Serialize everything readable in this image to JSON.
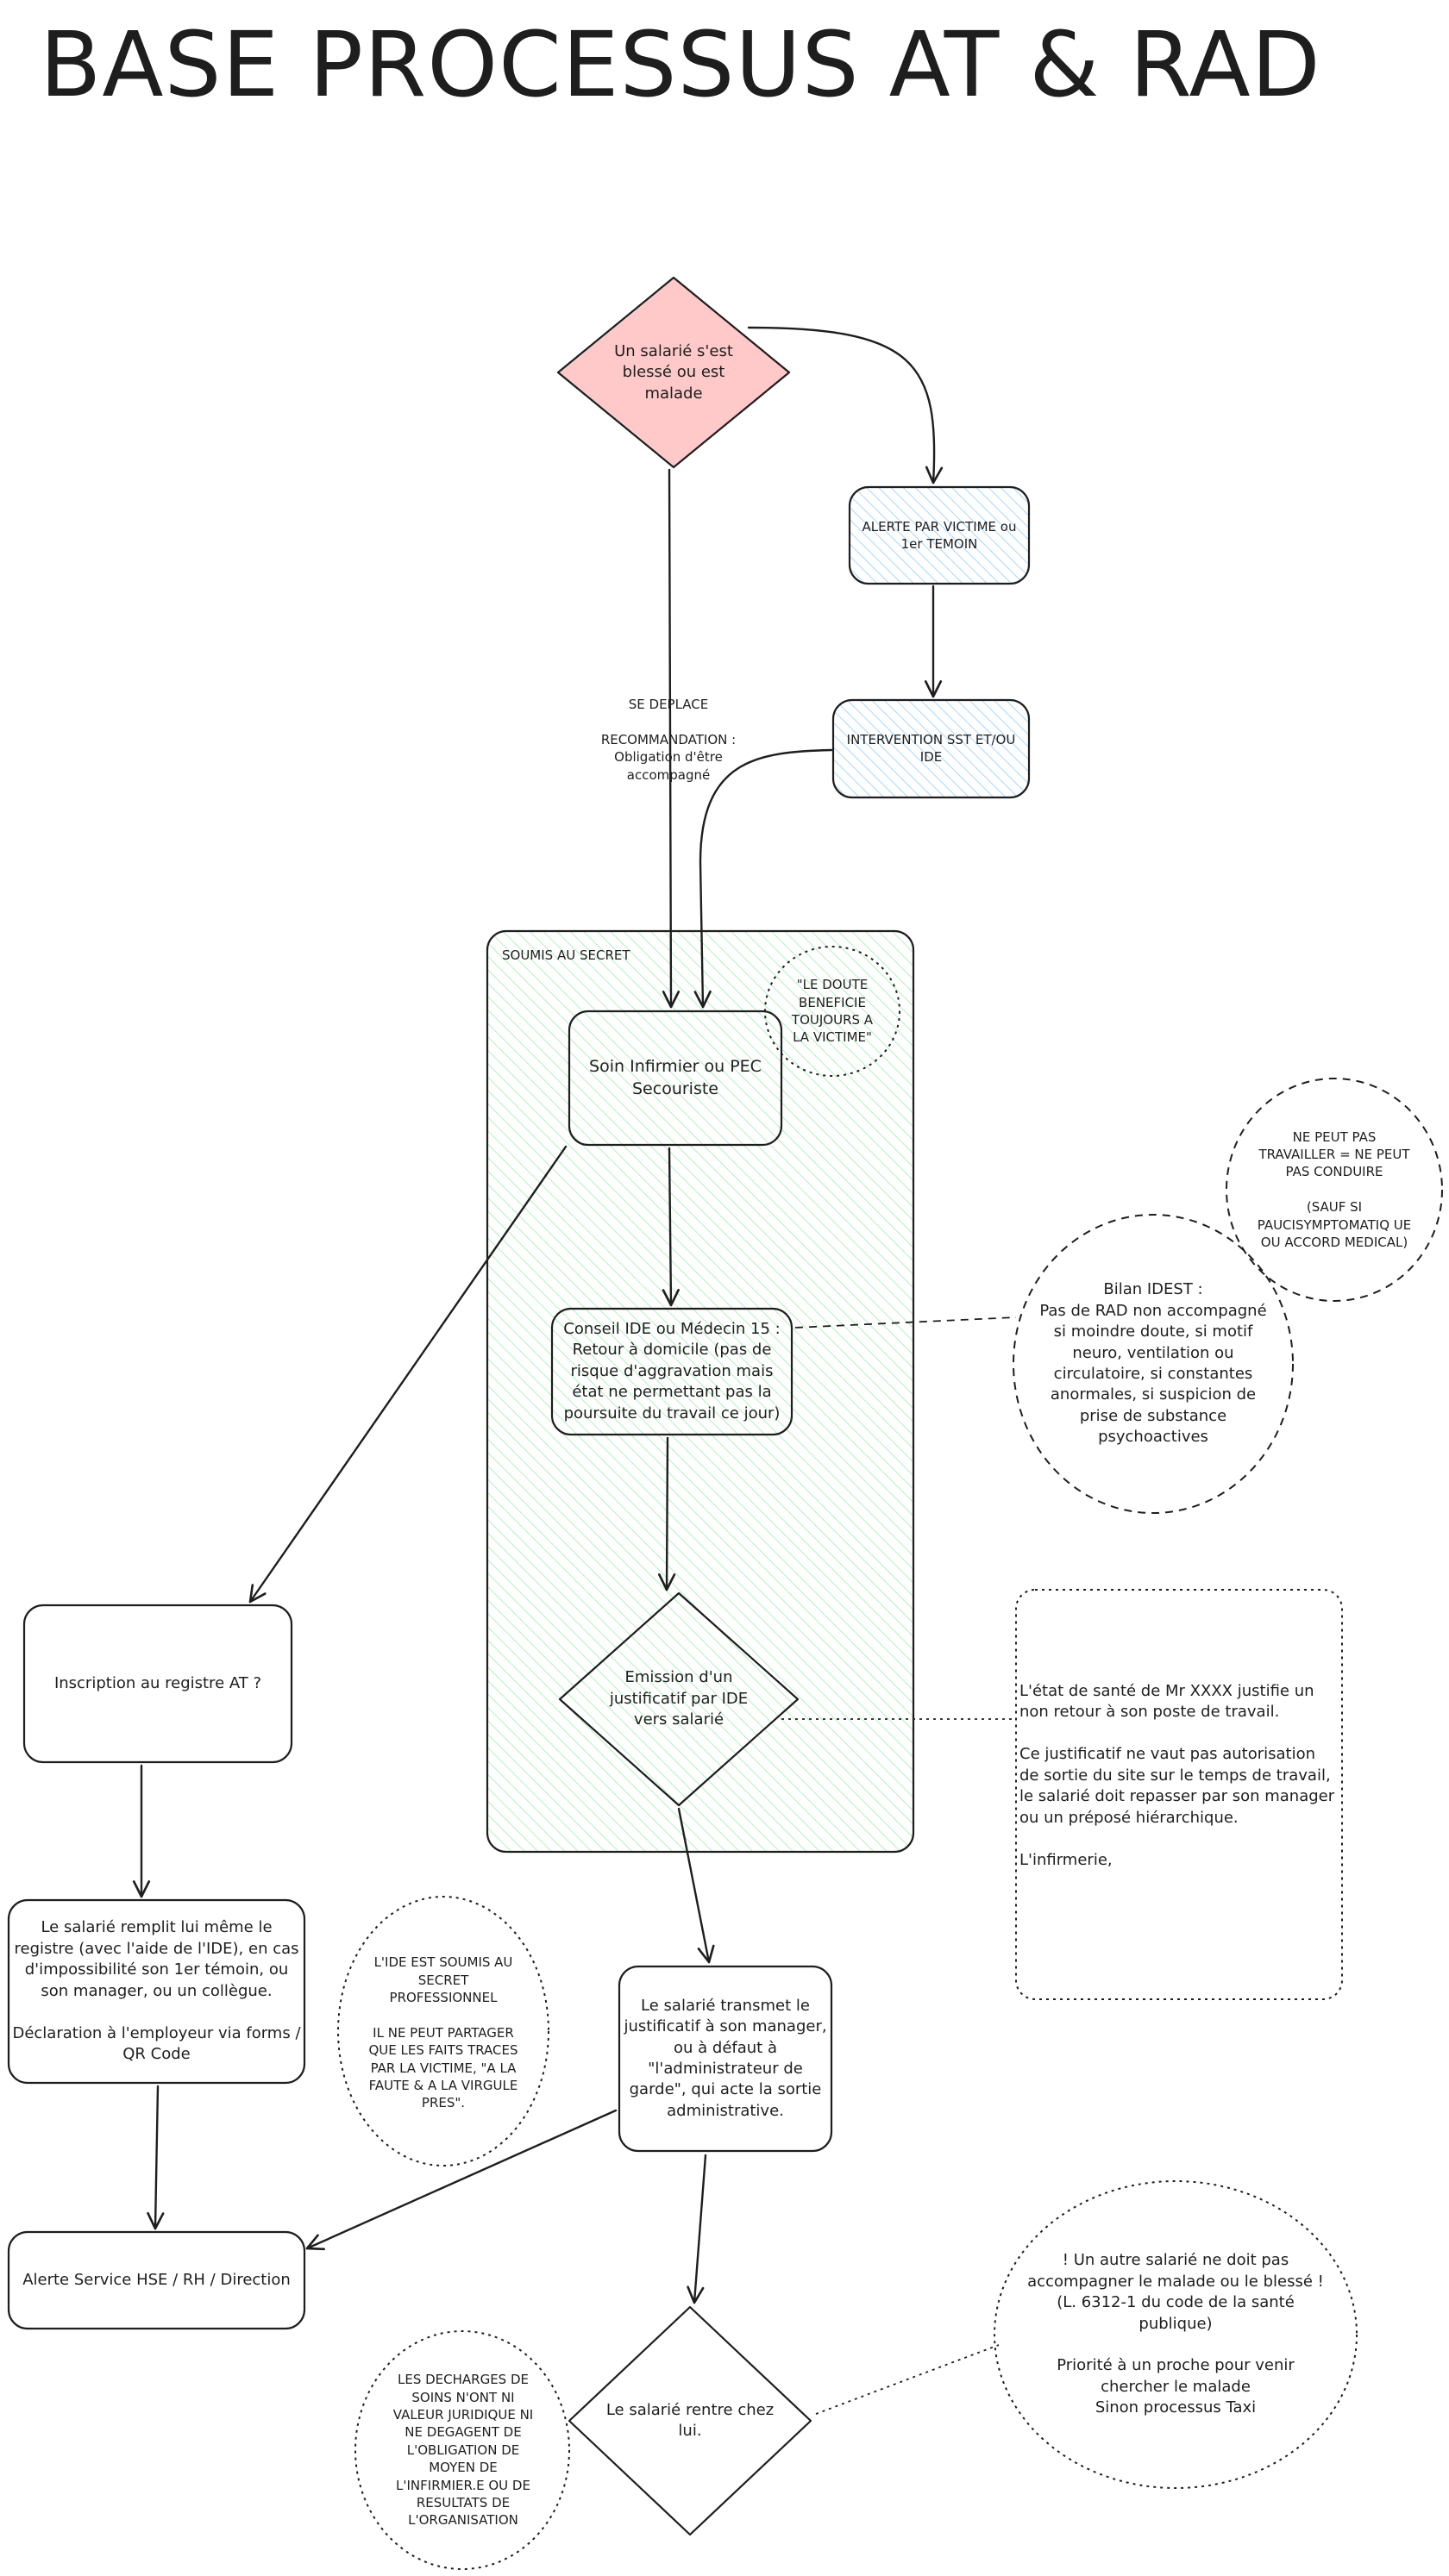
{
  "title": "BASE PROCESSUS AT & RAD",
  "nodes": {
    "salarie_blesse": "Un salarié s'est blessé ou est malade",
    "alerte_victime": "ALERTE PAR VICTIME ou 1er TEMOIN",
    "intervention_sst": "INTERVENTION SST ET/OU IDE",
    "soin_infirmier": "Soin Infirmier ou PEC Secouriste",
    "conseil_ide": "Conseil IDE ou Médecin 15 : Retour à domicile (pas de risque d'aggravation mais état ne permettant pas la poursuite du travail ce jour)",
    "emission_justificatif": "Emission d'un justificatif par IDE vers salarié",
    "inscription_registre": "Inscription au registre AT ?",
    "salarie_remplit": "Le salarié remplit lui même le registre (avec l'aide de l'IDE), en cas d'impossibilité son 1er témoin, ou son manager, ou un collègue.\n\nDéclaration à l'employeur via forms / QR Code",
    "alerte_hse": "Alerte Service HSE / RH / Direction",
    "salarie_transmet": "Le salarié transmet le justificatif à son manager, ou à défaut à \"l'administrateur de garde\", qui acte la sortie administrative.",
    "salarie_rentre": "Le salarié rentre chez lui."
  },
  "zone": {
    "label": "SOUMIS AU SECRET"
  },
  "edge_labels": {
    "se_deplace": "SE DEPLACE\n\nRECOMMANDATION :\nObligation d'être\naccompagné"
  },
  "notes": {
    "doute": "\"LE DOUTE BENEFICIE TOUJOURS A LA VICTIME\"",
    "ne_peut_pas": "NE PEUT PAS TRAVAILLER = NE PEUT PAS CONDUIRE\n\n(SAUF SI PAUCISYMPTOMATIQ UE OU ACCORD MEDICAL)",
    "bilan_idest": "Bilan IDEST :\nPas de RAD non accompagné si moindre doute, si motif neuro, ventilation ou circulatoire, si constantes anormales, si suspicion de prise de substance psychoactives",
    "justificatif_texte": "L'état de santé de Mr XXXX justifie un non retour à son poste de travail.\n\nCe justificatif ne vaut pas autorisation de sortie du site sur le temps de travail, le salarié doit repasser par son manager ou un préposé hiérarchique.\n\nL'infirmerie,",
    "ide_secret": "L'IDE EST SOUMIS AU SECRET PROFESSIONNEL\n\nIL NE PEUT PARTAGER QUE LES FAITS TRACES PAR LA VICTIME, \"A LA FAUTE & A LA VIRGULE PRES\".",
    "decharges": "LES DECHARGES DE SOINS N'ONT NI VALEUR JURIDIQUE NI NE DEGAGENT DE L'OBLIGATION DE MOYEN DE L'INFIRMIER.E OU DE RESULTATS DE L'ORGANISATION",
    "autre_salarie": "! Un autre salarié ne doit pas accompagner le malade ou le blessé ! (L. 6312-1 du code de la santé publique)\n\nPriorité à un proche pour venir chercher le malade\nSinon processus Taxi"
  },
  "colors": {
    "start_fill": "#ffc9c9",
    "alert_hatch": "#a5d8ff",
    "secret_zone_hatch": "#b2f2bb",
    "stroke": "#1e1e1e"
  }
}
